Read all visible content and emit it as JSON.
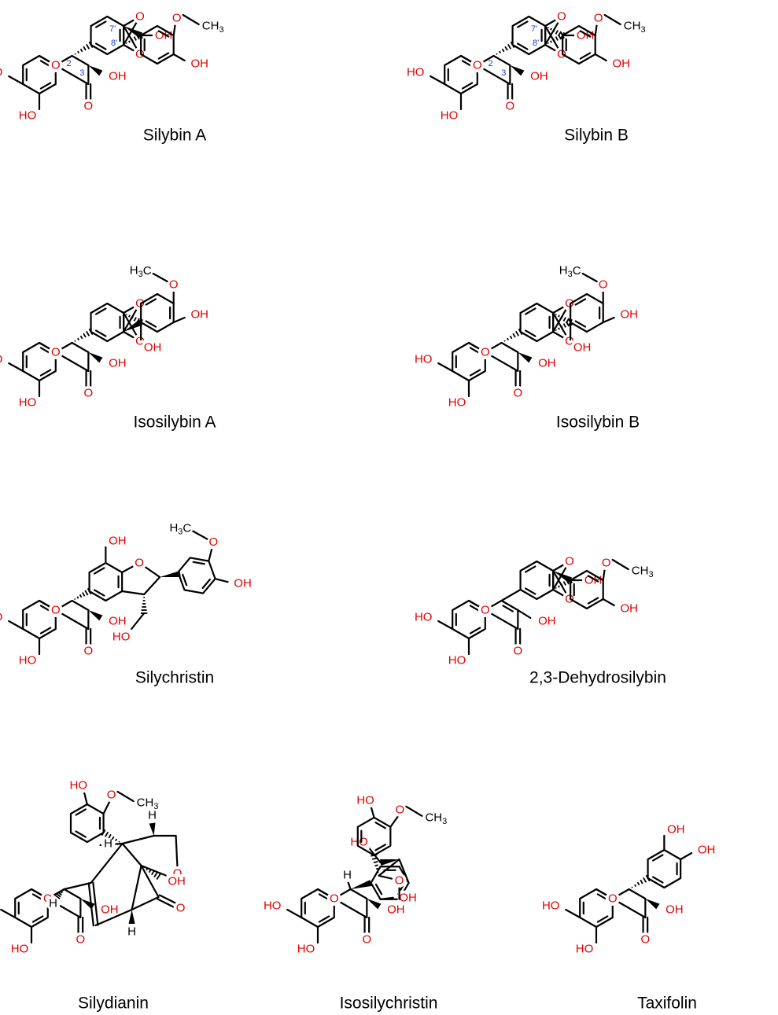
{
  "figure": {
    "compounds": [
      {
        "id": "silybin-a",
        "name": "Silybin A",
        "locants": [
          "2",
          "3",
          "7'",
          "8'"
        ]
      },
      {
        "id": "silybin-b",
        "name": "Silybin B",
        "locants": [
          "2",
          "3",
          "7'",
          "8'"
        ]
      },
      {
        "id": "isosilybin-a",
        "name": "Isosilybin A"
      },
      {
        "id": "isosilybin-b",
        "name": "Isosilybin B"
      },
      {
        "id": "silychristin",
        "name": "Silychristin"
      },
      {
        "id": "dehydrosilybin",
        "name": "2,3-Dehydrosilybin"
      },
      {
        "id": "silydianin",
        "name": "Silydianin"
      },
      {
        "id": "isosilychristin",
        "name": "Isosilychristin"
      },
      {
        "id": "taxifolin",
        "name": "Taxifolin"
      }
    ],
    "atom_labels": {
      "hydroxyl": "OH",
      "hydroxyl_left": "HO",
      "oxygen": "O",
      "methyl": "CH",
      "methyl_sub": "3",
      "methyl_left": "H",
      "methyl_left_c": "C",
      "hydrogen": "H"
    },
    "colors": {
      "heteroatom": "#e00000",
      "bond": "#000000",
      "locant": "#1a3cd6"
    }
  }
}
